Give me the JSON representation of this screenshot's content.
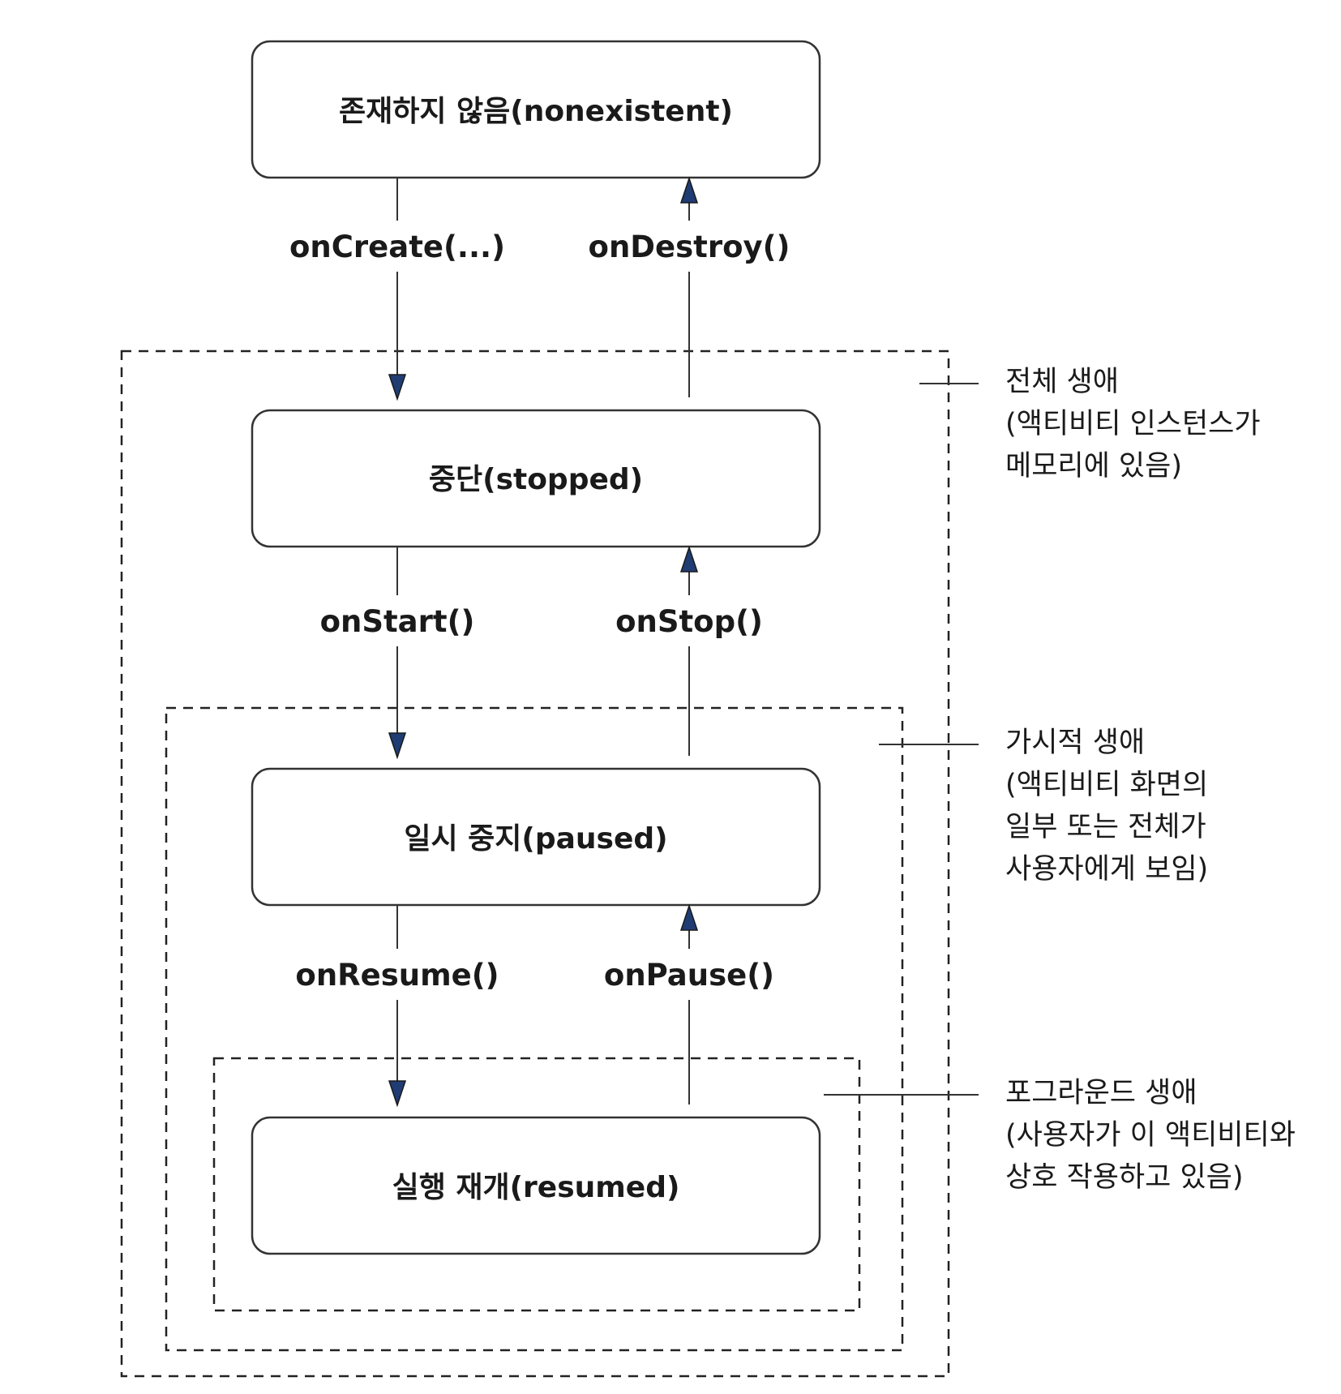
{
  "states": {
    "nonexistent": "존재하지 않음(nonexistent)",
    "stopped": "중단(stopped)",
    "paused": "일시 중지(paused)",
    "resumed": "실행 재개(resumed)"
  },
  "callbacks": {
    "on_create": "onCreate(...)",
    "on_destroy": "onDestroy()",
    "on_start": "onStart()",
    "on_stop": "onStop()",
    "on_resume": "onResume()",
    "on_pause": "onPause()"
  },
  "lifetimes": {
    "entire": {
      "line1": "전체 생애",
      "line2": "(액티비티 인스턴스가",
      "line3": "메모리에 있음)"
    },
    "visible": {
      "line1": "가시적 생애",
      "line2": "(액티비티 화면의",
      "line3": "일부 또는 전체가",
      "line4": "사용자에게 보임)"
    },
    "foreground": {
      "line1": "포그라운드 생애",
      "line2": "(사용자가 이 액티비티와",
      "line3": "상호 작용하고 있음)"
    }
  },
  "colors": {
    "arrowhead": "#1f3c73",
    "line": "#333333",
    "dash": "#222222"
  }
}
